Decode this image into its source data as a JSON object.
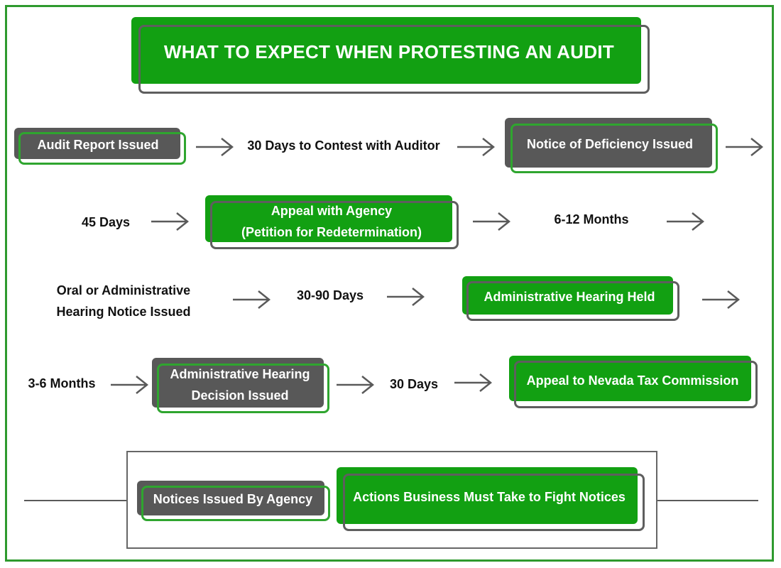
{
  "title": "WHAT TO EXPECT WHEN PROTESTING AN AUDIT",
  "nodes": {
    "audit_report": "Audit Report Issued",
    "contest_auditor": "30 Days to Contest with Auditor",
    "notice_deficiency": "Notice of Deficiency Issued",
    "days_45": "45 Days",
    "appeal_agency_line1": "Appeal with Agency",
    "appeal_agency_line2": "(Petition for Redetermination)",
    "months_6_12": "6-12 Months",
    "oral_notice_line1": "Oral or Administrative",
    "oral_notice_line2": "Hearing Notice Issued",
    "days_30_90": "30-90 Days",
    "hearing_held": "Administrative Hearing Held",
    "months_3_6": "3-6 Months",
    "decision_line1": "Administrative Hearing",
    "decision_line2": "Decision Issued",
    "days_30": "30 Days",
    "appeal_commission": "Appeal to Nevada Tax Commission"
  },
  "legend": {
    "agency_notices": "Notices Issued By Agency",
    "business_actions": "Actions Business Must Take to Fight Notices"
  },
  "colors": {
    "green": "#12a012",
    "gray": "#585858",
    "frame": "#2e9a2e",
    "arrow": "#5a5a5a"
  }
}
